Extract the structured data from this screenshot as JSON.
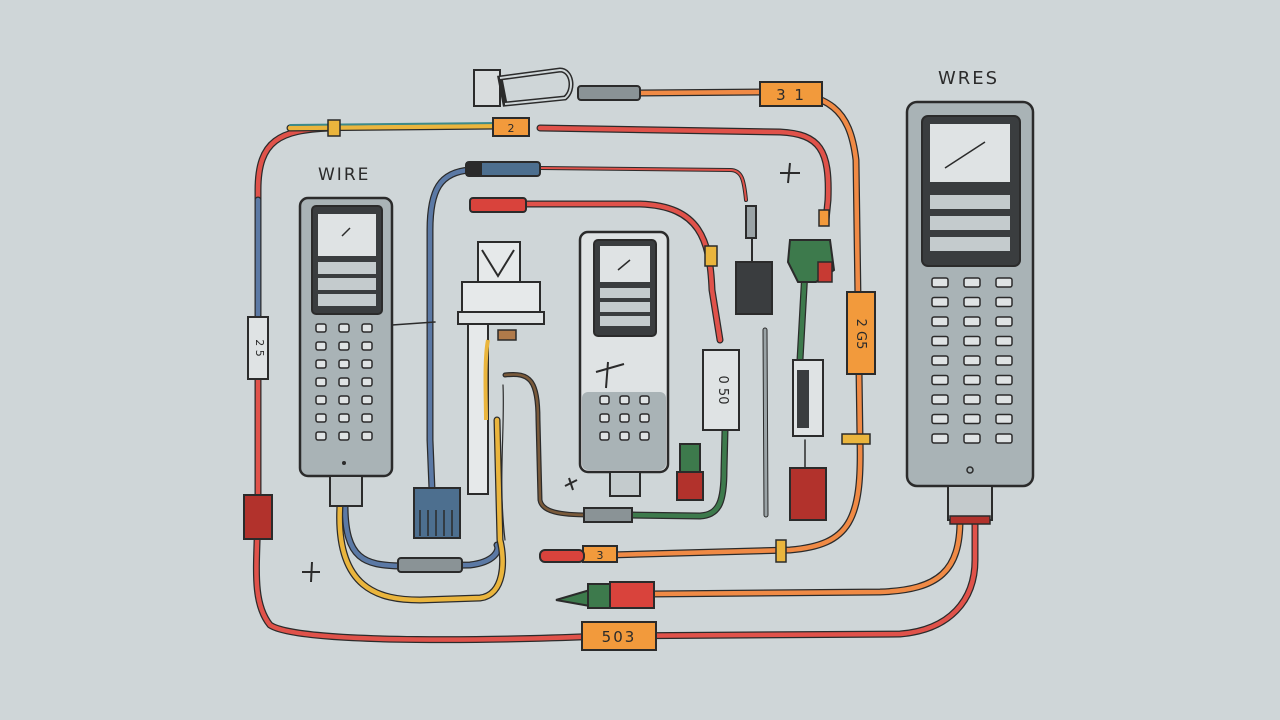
{
  "labels": {
    "wire": "WIRE",
    "wres": "WRES"
  },
  "tags": {
    "top_right": "3 1",
    "top_left": "2",
    "left_vertical": "2 5",
    "right_vertical": "2 G5",
    "middle_vertical": "0 50",
    "bottom_small": "3",
    "bottom_center": "503"
  },
  "colors": {
    "background": "#cfd6d8",
    "device_body": "#a9b3b6",
    "device_outline": "#2b2b2b",
    "screen": "#3a3d3f",
    "wire_red": "#e0524a",
    "wire_orange": "#f08a45",
    "wire_blue": "#5b79a5",
    "wire_yellow": "#eab53d",
    "wire_green": "#3d7a4c",
    "connector_red": "#b2322c",
    "tag_orange": "#f29a3c"
  },
  "icons": {
    "plus_marks": "plus-mark-icon",
    "asterisk": "asterisk-icon"
  }
}
